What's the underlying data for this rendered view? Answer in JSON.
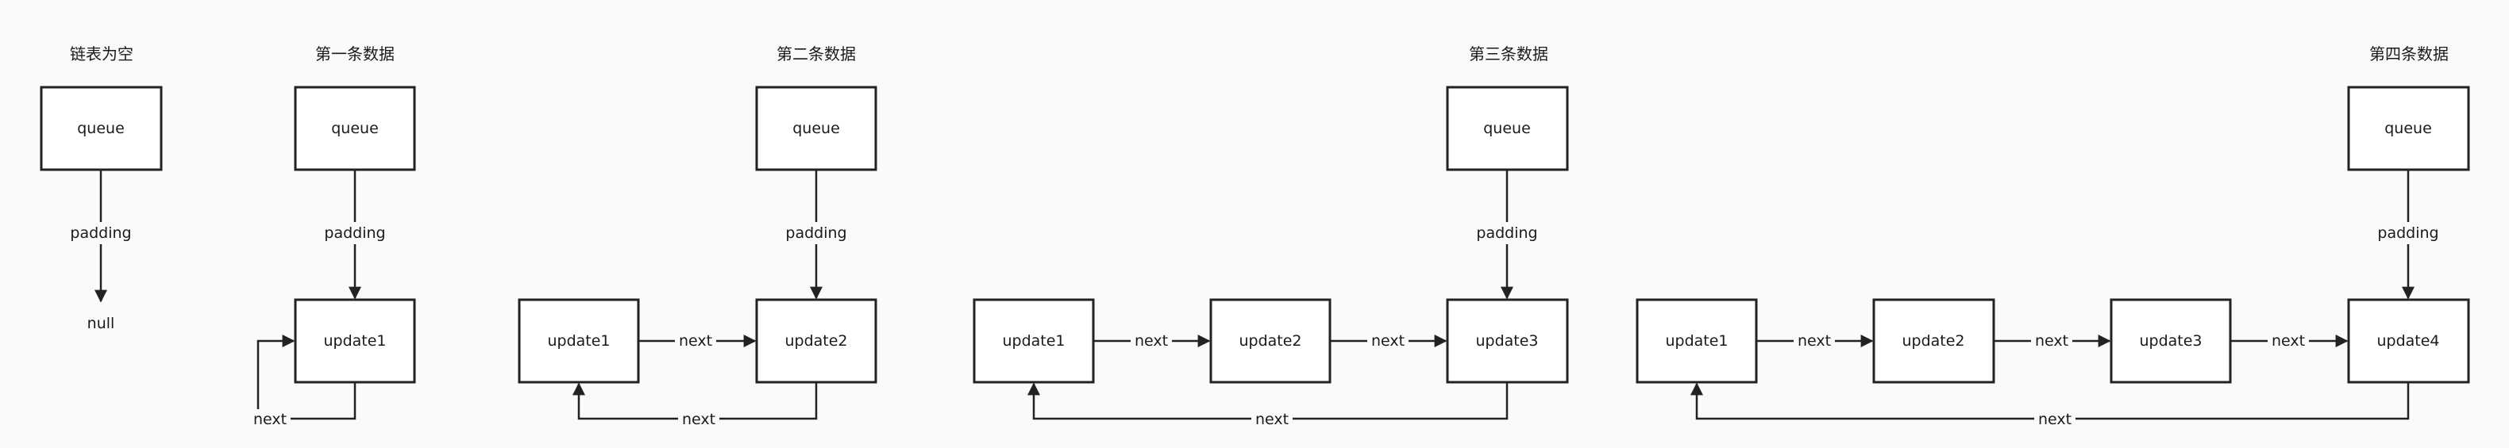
{
  "titles": {
    "empty": "链表为空",
    "first": "第一条数据",
    "second": "第二条数据",
    "third": "第三条数据",
    "fourth": "第四条数据"
  },
  "labels": {
    "queue": "queue",
    "padding": "padding",
    "null": "null",
    "next": "next",
    "update1": "update1",
    "update2": "update2",
    "update3": "update3",
    "update4": "update4"
  },
  "colors": {
    "background": "#fafafa",
    "stroke": "#222222",
    "node_fill": "#ffffff",
    "text": "#1a1a1a"
  }
}
